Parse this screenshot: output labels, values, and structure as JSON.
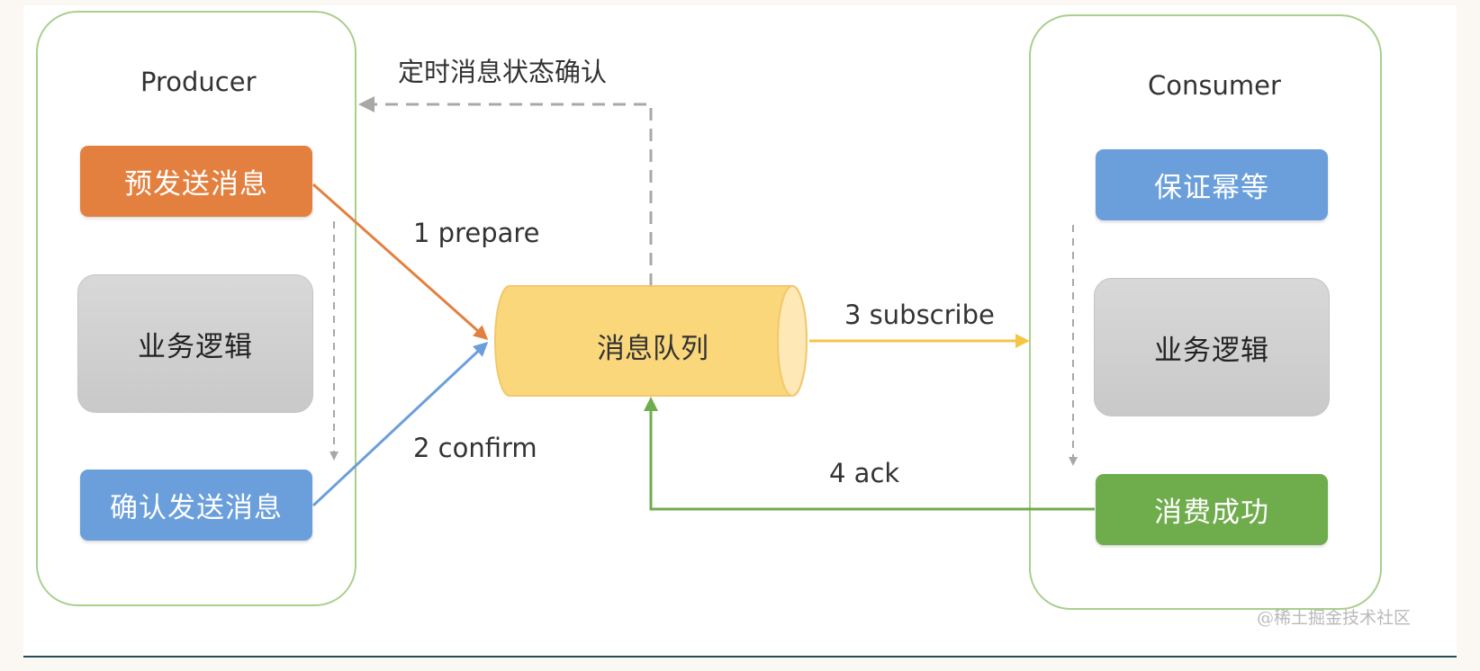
{
  "producer": {
    "title": "Producer",
    "steps": [
      "预发送消息",
      "业务逻辑",
      "确认发送消息"
    ]
  },
  "consumer": {
    "title": "Consumer",
    "steps": [
      "保证幂等",
      "业务逻辑",
      "消费成功"
    ]
  },
  "queue": {
    "label": "消息队列"
  },
  "flows": {
    "check_back": "定时消息状态确认",
    "prepare": "1 prepare",
    "confirm": "2 confirm",
    "subscribe": "3 subscribe",
    "ack": "4 ack"
  },
  "watermark": "@稀土掘金技术社区",
  "colors": {
    "group_border": "#a9cf8c",
    "prepare_arrow": "#e3803f",
    "confirm_arrow": "#6a9fdb",
    "subscribe_arrow": "#f5c547",
    "ack_arrow": "#6fac4c",
    "check_arrow": "#a8a8a8",
    "queue_fill": "#fbd77c"
  }
}
